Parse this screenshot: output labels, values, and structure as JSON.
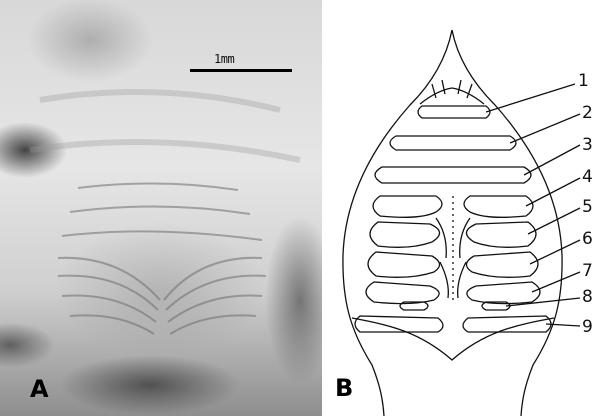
{
  "figure": {
    "panel_a_label": "A",
    "panel_b_label": "B",
    "scale_bar_label": "1mm",
    "segment_numbers": [
      "1",
      "2",
      "3",
      "4",
      "5",
      "6",
      "7",
      "8",
      "9"
    ]
  }
}
